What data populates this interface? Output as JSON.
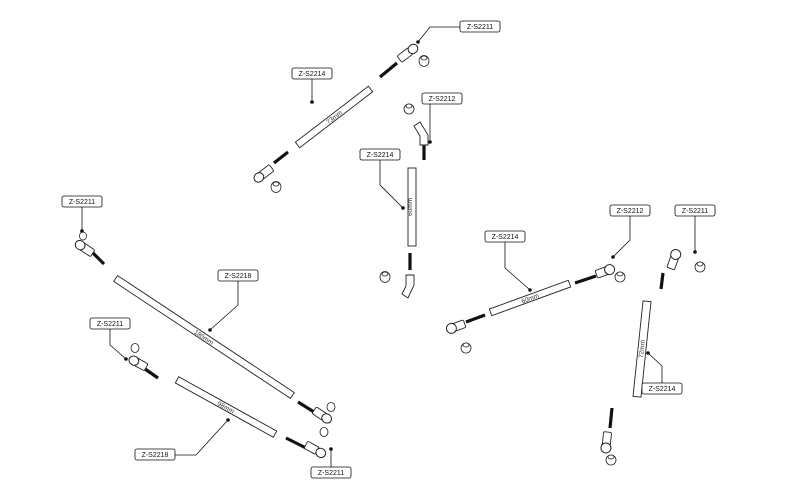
{
  "labels": {
    "a1": "Z-S2211",
    "a2": "Z-S2214",
    "b1": "Z-S2212",
    "b2": "Z-S2214",
    "c1": "Z-S2211",
    "c2": "Z-S2218",
    "c3": "Z-S2211",
    "c4": "Z-S2218",
    "c5": "Z-S2211",
    "d1": "Z-S2214",
    "d2": "Z-S2212",
    "e1": "Z-S2211",
    "e2": "Z-S2214"
  },
  "lengths": {
    "a": "73mm",
    "b": "60mm",
    "c_top": "180mm",
    "c_bottom": "98mm",
    "d": "60mm",
    "e": "72mm"
  }
}
